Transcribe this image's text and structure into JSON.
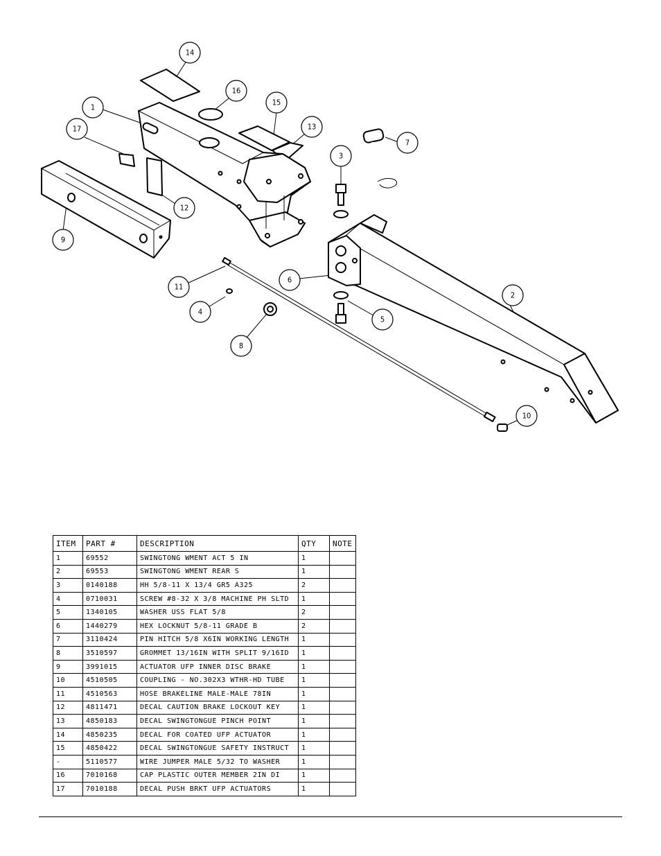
{
  "callouts": [
    {
      "label": "14"
    },
    {
      "label": "16"
    },
    {
      "label": "1"
    },
    {
      "label": "15"
    },
    {
      "label": "13"
    },
    {
      "label": "17"
    },
    {
      "label": "7"
    },
    {
      "label": "3"
    },
    {
      "label": "12"
    },
    {
      "label": "9"
    },
    {
      "label": "6"
    },
    {
      "label": "11"
    },
    {
      "label": "2"
    },
    {
      "label": "4"
    },
    {
      "label": "5"
    },
    {
      "label": "8"
    },
    {
      "label": "10"
    }
  ],
  "bom": {
    "headers": {
      "item": "ITEM",
      "part": "PART #",
      "description": "DESCRIPTION",
      "qty": "QTY",
      "note": "NOTE"
    },
    "rows": [
      {
        "item": "1",
        "part": "69552",
        "description": "SWINGTONG WMENT ACT 5 IN",
        "qty": "1",
        "note": ""
      },
      {
        "item": "2",
        "part": "69553",
        "description": "SWINGTONG WMENT REAR S",
        "qty": "1",
        "note": ""
      },
      {
        "item": "3",
        "part": "0140188",
        "description": "HH 5/8-11 X 13/4  GR5 A325",
        "qty": "2",
        "note": ""
      },
      {
        "item": "4",
        "part": "0710031",
        "description": "SCREW #8-32 X 3/8 MACHINE PH SLTD",
        "qty": "1",
        "note": ""
      },
      {
        "item": "5",
        "part": "1340105",
        "description": "WASHER USS FLAT 5/8",
        "qty": "2",
        "note": ""
      },
      {
        "item": "6",
        "part": "1440279",
        "description": "HEX LOCKNUT 5/8-11 GRADE B",
        "qty": "2",
        "note": ""
      },
      {
        "item": "7",
        "part": "3110424",
        "description": "PIN HITCH 5/8 X6IN WORKING LENGTH",
        "qty": "1",
        "note": ""
      },
      {
        "item": "8",
        "part": "3510597",
        "description": "GROMMET 13/16IN  WITH SPLIT 9/16ID",
        "qty": "1",
        "note": ""
      },
      {
        "item": "9",
        "part": "3991015",
        "description": "ACTUATOR UFP INNER  DISC BRAKE",
        "qty": "1",
        "note": ""
      },
      {
        "item": "10",
        "part": "4510505",
        "description": "COUPLING - NO.302X3 WTHR-HD TUBE",
        "qty": "1",
        "note": ""
      },
      {
        "item": "11",
        "part": "4510563",
        "description": "HOSE BRAKELINE MALE-MALE 78IN",
        "qty": "1",
        "note": ""
      },
      {
        "item": "12",
        "part": "4811471",
        "description": "DECAL CAUTION BRAKE LOCKOUT KEY",
        "qty": "1",
        "note": ""
      },
      {
        "item": "13",
        "part": "4850183",
        "description": "DECAL SWINGTONGUE PINCH POINT",
        "qty": "1",
        "note": ""
      },
      {
        "item": "14",
        "part": "4850235",
        "description": "DECAL FOR COATED UFP ACTUATOR",
        "qty": "1",
        "note": ""
      },
      {
        "item": "15",
        "part": "4850422",
        "description": "DECAL SWINGTONGUE SAFETY INSTRUCT",
        "qty": "1",
        "note": ""
      },
      {
        "item": "-",
        "part": "5110577",
        "description": "WIRE JUMPER MALE 5/32 TO WASHER",
        "qty": "1",
        "note": ""
      },
      {
        "item": "16",
        "part": "7010168",
        "description": "CAP  PLASTIC OUTER MEMBER 2IN DI",
        "qty": "1",
        "note": ""
      },
      {
        "item": "17",
        "part": "7010188",
        "description": "DECAL PUSH BRKT UFP ACTUATORS",
        "qty": "1",
        "note": ""
      }
    ]
  }
}
